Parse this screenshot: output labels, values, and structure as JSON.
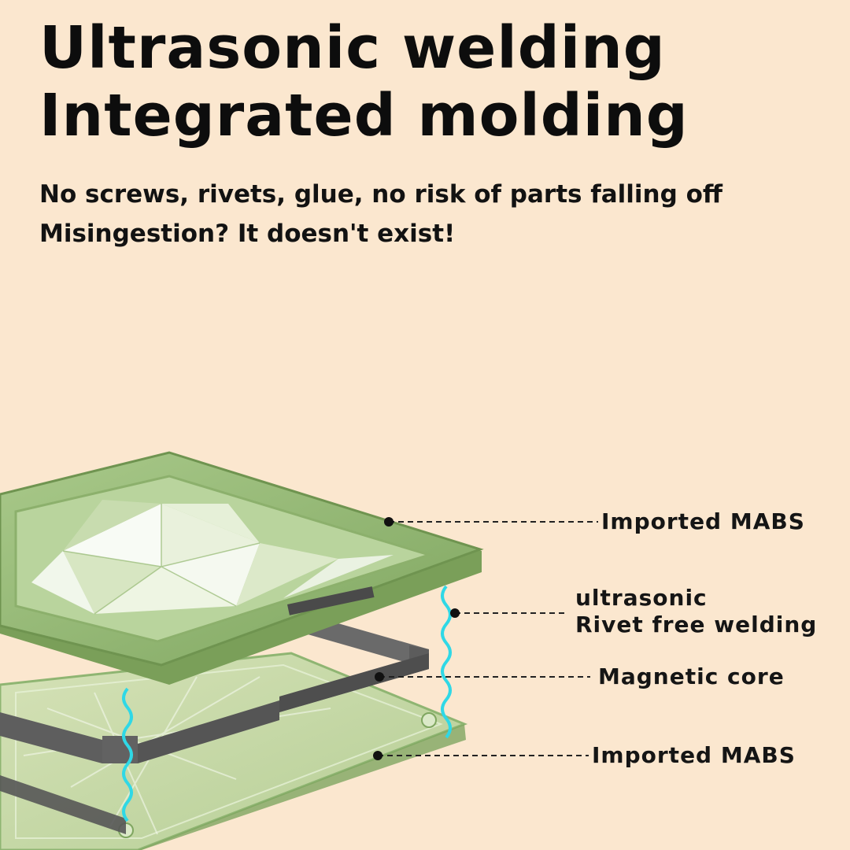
{
  "heading": {
    "line1": "Ultrasonic welding",
    "line2": "Integrated molding"
  },
  "subheading": {
    "line1": "No screws, rivets, glue, no risk of parts falling off",
    "line2": "Misingestion? It doesn't exist!"
  },
  "callouts": {
    "top_layer": "Imported MABS",
    "weld_line1": "ultrasonic",
    "weld_line2": "Rivet free welding",
    "core": "Magnetic core",
    "bottom_layer": "Imported MABS"
  },
  "colors": {
    "background": "#fbe7cf",
    "plate_green": "#9cbf7c",
    "plate_edge": "#6f9450",
    "core_gray": "#5c5c5c",
    "weld_cyan": "#2fd8e6",
    "text": "#111111"
  }
}
